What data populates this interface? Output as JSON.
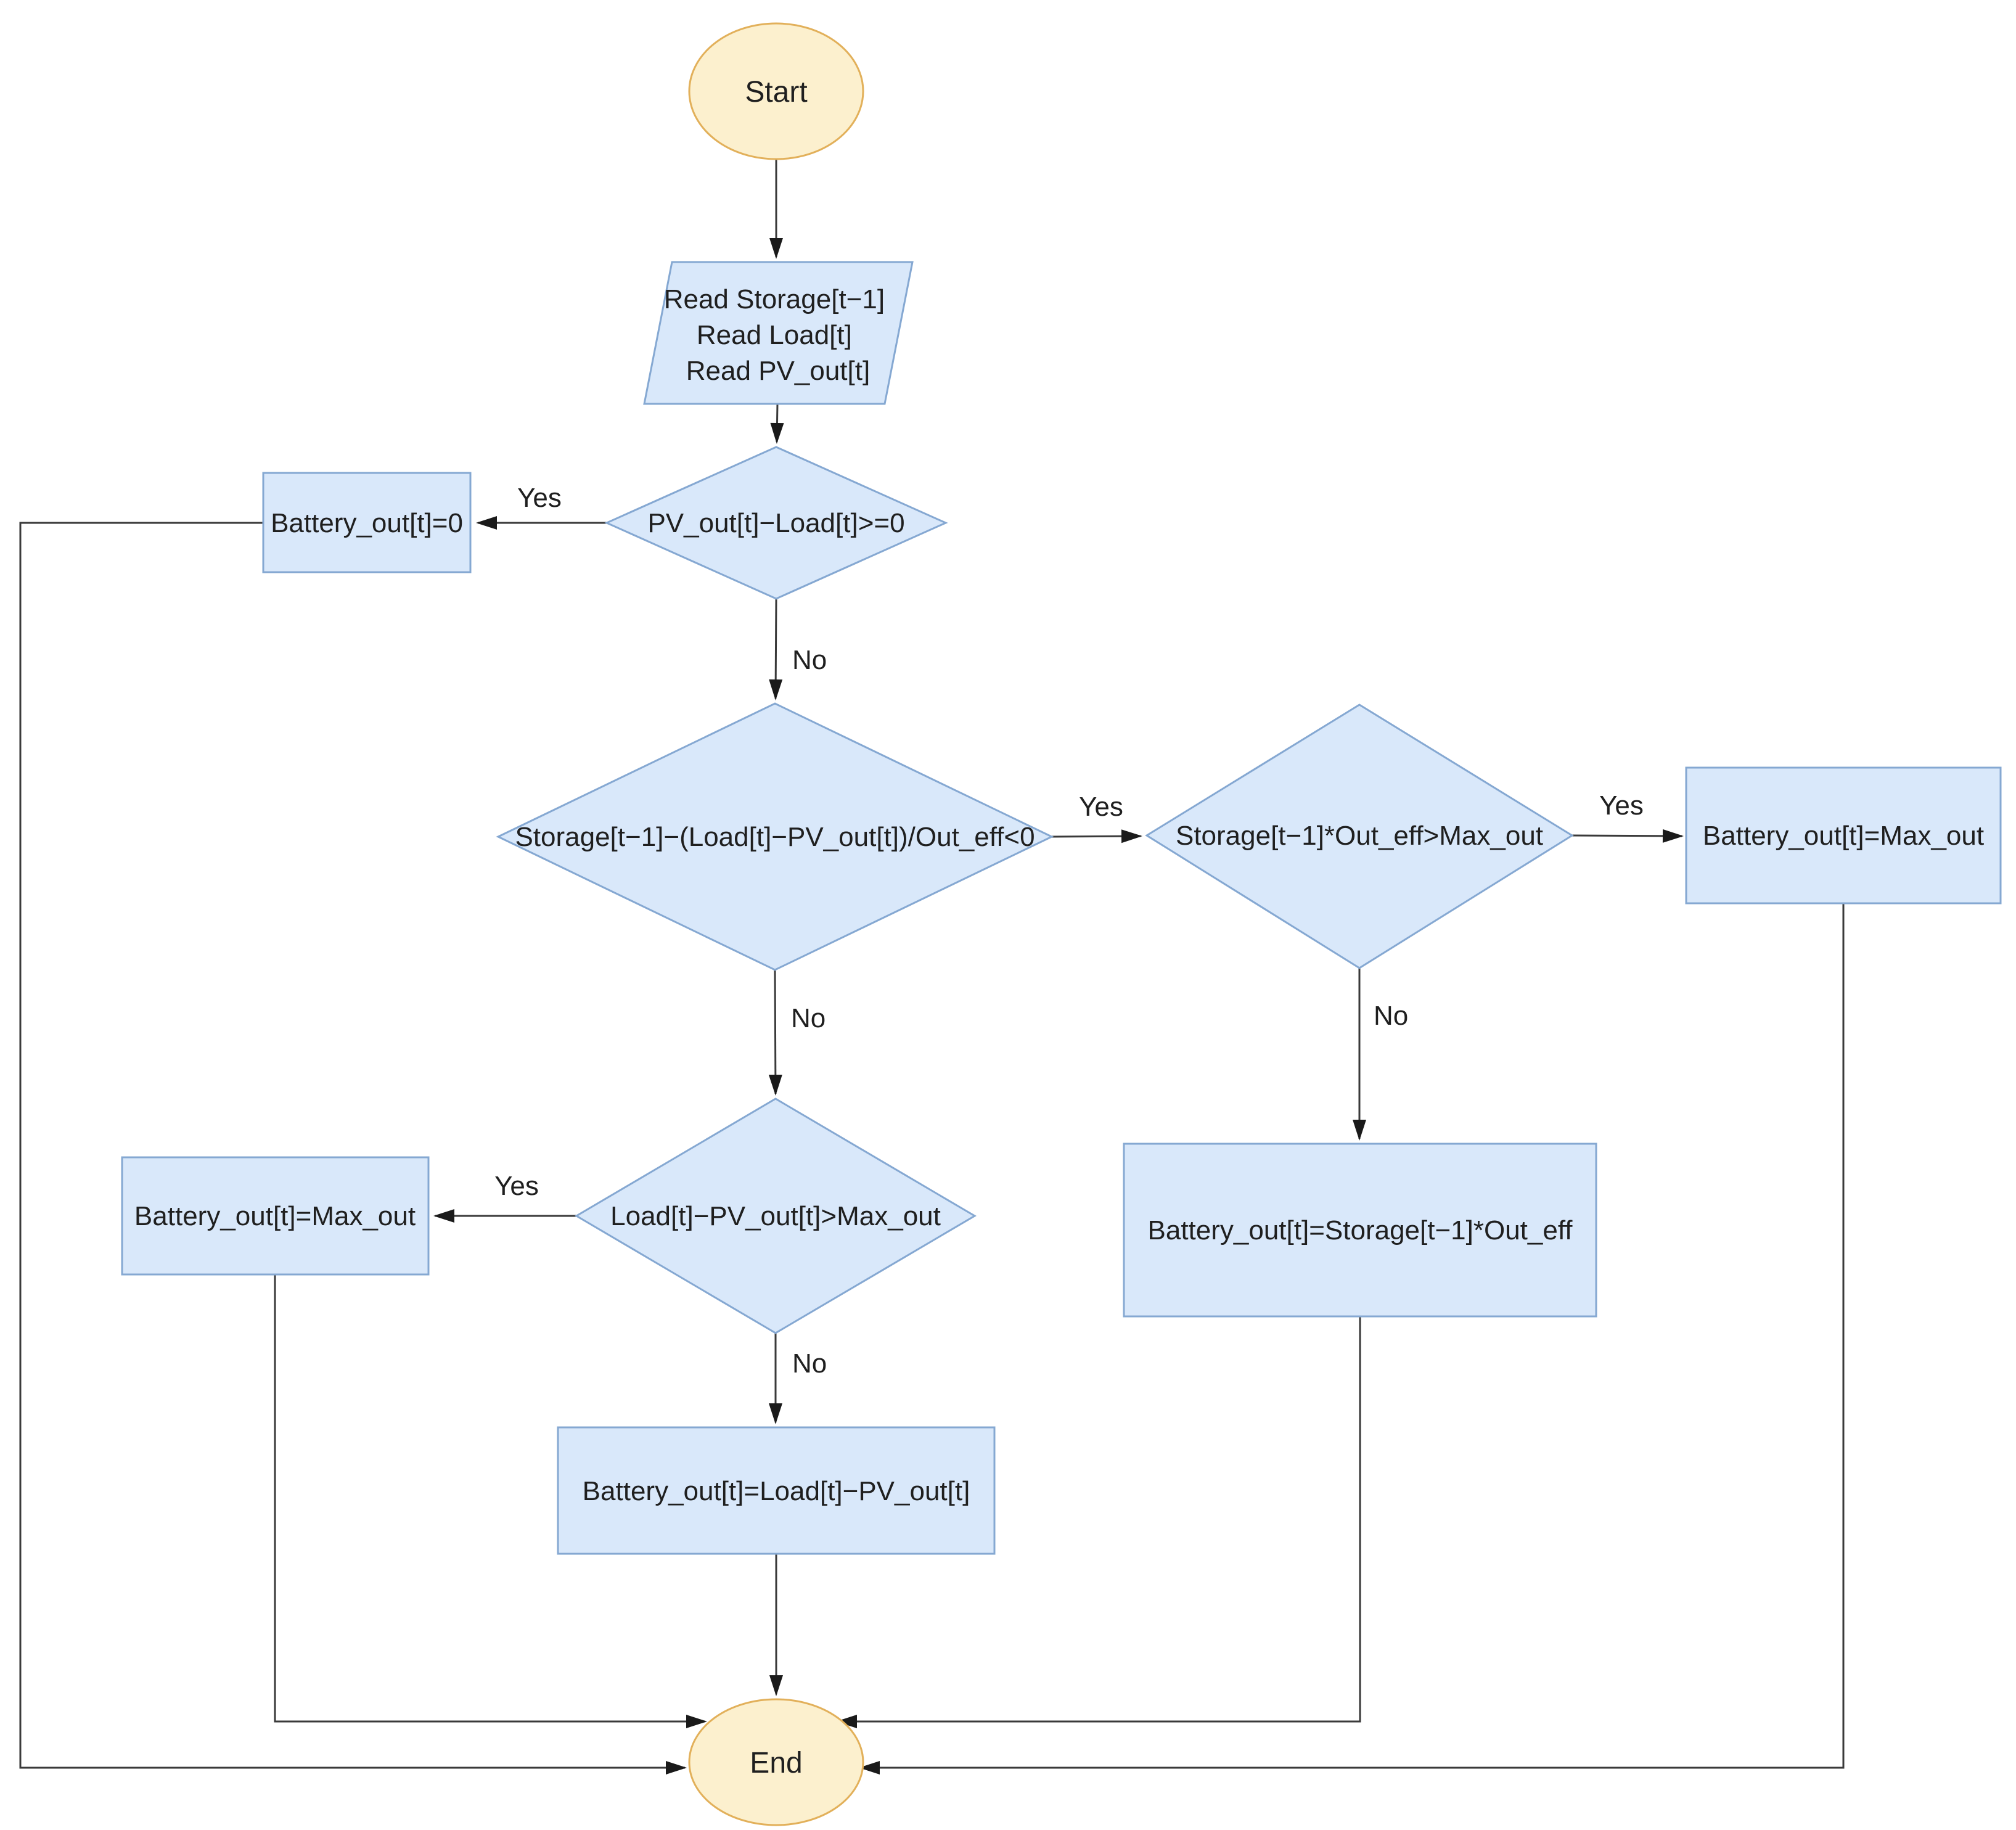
{
  "diagram": {
    "type": "flowchart",
    "background": "#ffffff",
    "colors": {
      "process_fill": "#d9e8fa",
      "process_stroke": "#85a8d2",
      "terminal_fill": "#fcf0ce",
      "terminal_stroke": "#e2b05a",
      "edge_color": "#3a3a3a",
      "text_color": "#1f1f1f"
    },
    "nodes": {
      "start": {
        "type": "terminal",
        "label": "Start"
      },
      "read_inputs": {
        "type": "input-output",
        "lines": [
          "Read Storage[t−1]",
          "Read Load[t]",
          "Read PV_out[t]"
        ]
      },
      "decision_surplus": {
        "type": "decision",
        "label": "PV_out[t]−Load[t]>=0"
      },
      "battery_zero": {
        "type": "process",
        "label": "Battery_out[t]=0"
      },
      "decision_storage_deficit": {
        "type": "decision",
        "label": "Storage[t−1]−(Load[t]−PV_out[t])/Out_eff<0"
      },
      "decision_storage_max": {
        "type": "decision",
        "label": "Storage[t−1]*Out_eff>Max_out"
      },
      "battery_max_right": {
        "type": "process",
        "label": "Battery_out[t]=Max_out"
      },
      "battery_storage": {
        "type": "process",
        "label": "Battery_out[t]=Storage[t−1]*Out_eff"
      },
      "decision_load_max": {
        "type": "decision",
        "label": "Load[t]−PV_out[t]>Max_out"
      },
      "battery_max_left": {
        "type": "process",
        "label": "Battery_out[t]=Max_out"
      },
      "battery_load": {
        "type": "process",
        "label": "Battery_out[t]=Load[t]−PV_out[t]"
      },
      "end": {
        "type": "terminal",
        "label": "End"
      }
    },
    "edge_labels": {
      "d1_yes": "Yes",
      "d1_no": "No",
      "d2_yes": "Yes",
      "d2_no": "No",
      "d3_yes": "Yes",
      "d3_no": "No",
      "d4_yes": "Yes",
      "d4_no": "No"
    }
  }
}
